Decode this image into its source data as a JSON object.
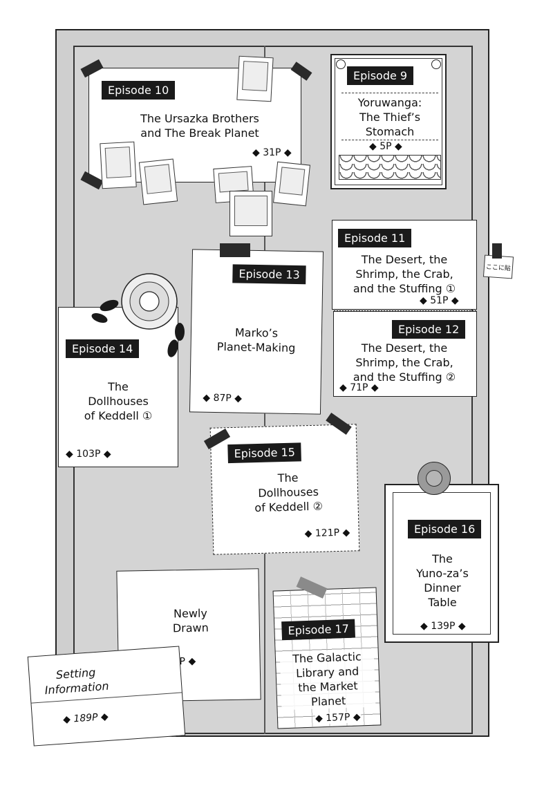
{
  "episodes": [
    {
      "label": "Episode 10",
      "title": [
        "The Ursazka Brothers",
        "and The Break Planet"
      ],
      "page": "◆ 31P ◆"
    },
    {
      "label": "Episode 9",
      "title": [
        "Yoruwanga:",
        "The Thief’s",
        "Stomach"
      ],
      "page": "◆ 5P ◆"
    },
    {
      "label": "Episode 11",
      "title": [
        "The Desert, the",
        "Shrimp, the Crab,",
        "and the Stuffing ①"
      ],
      "page": "◆ 51P ◆"
    },
    {
      "label": "Episode 12",
      "title": [
        "The Desert, the",
        "Shrimp, the Crab,",
        "and the Stuffing ②"
      ],
      "page": "◆ 71P ◆"
    },
    {
      "label": "Episode 13",
      "title": [
        "Marko’s",
        "Planet-Making"
      ],
      "page": "◆ 87P ◆"
    },
    {
      "label": "Episode 14",
      "title": [
        "The",
        "Dollhouses",
        "of Keddell ①"
      ],
      "page": "◆ 103P ◆"
    },
    {
      "label": "Episode 15",
      "title": [
        "The",
        "Dollhouses",
        "of Keddell ②"
      ],
      "page": "◆ 121P ◆"
    },
    {
      "label": "Episode 16",
      "title": [
        "The",
        "Yuno-za’s",
        "Dinner",
        "Table"
      ],
      "page": "◆ 139P ◆"
    },
    {
      "label": "Episode 17",
      "title": [
        "The Galactic",
        "Library and",
        "the Market",
        "Planet"
      ],
      "page": "◆ 157P ◆"
    }
  ],
  "newly_drawn": {
    "title": [
      "Newly",
      "Drawn"
    ],
    "page": "◆ 177P ◆"
  },
  "setting_info": {
    "title": [
      "Setting",
      "Information"
    ],
    "page": "◆ 189P ◆"
  },
  "sticky_note": "ここに貼"
}
